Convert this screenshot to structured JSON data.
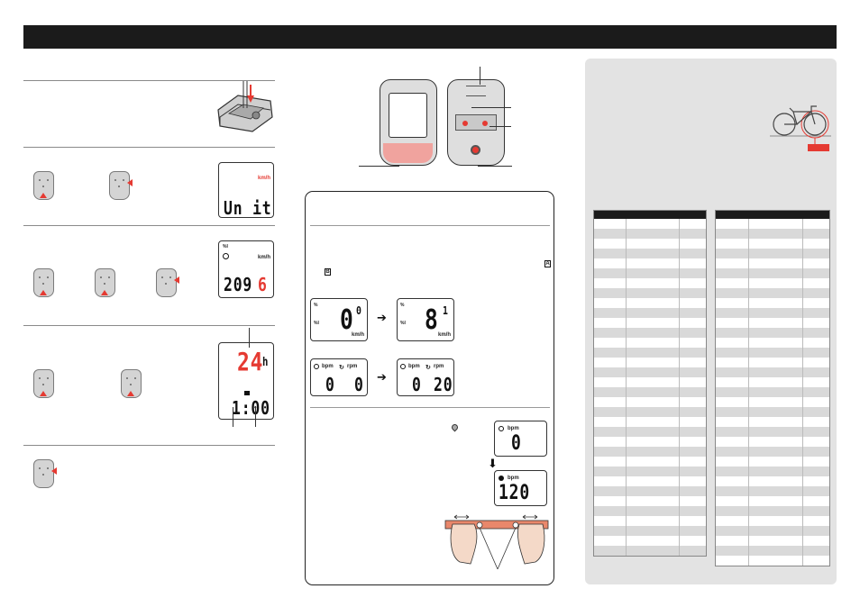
{
  "screen_unit": {
    "speed_unit": "km/h",
    "text": "Un it"
  },
  "screen_tire": {
    "value_main": "209",
    "value_last": "6",
    "speed_unit": "km/h"
  },
  "screen_clock": {
    "hour_format": "24",
    "hour_suffix": "h",
    "time": "1:00"
  },
  "center_demo": {
    "speed_before": {
      "value": "0",
      "sub": "0",
      "unit": "km/h"
    },
    "speed_after": {
      "value": "8",
      "sub": "1",
      "unit": "km/h"
    },
    "hr_before": {
      "hr_unit": "bpm",
      "cad_unit": "rpm",
      "hr": "0",
      "cad": "0"
    },
    "hr_after": {
      "hr_unit": "bpm",
      "cad_unit": "rpm",
      "hr": "0",
      "cad": "20"
    },
    "pulse_before": {
      "unit": "bpm",
      "value": "0"
    },
    "pulse_after": {
      "unit": "bpm",
      "value": "120"
    },
    "label_a": "A",
    "label_b": "B"
  },
  "icons": {
    "arrow_right": "➔",
    "arrow_down": "⬇"
  }
}
